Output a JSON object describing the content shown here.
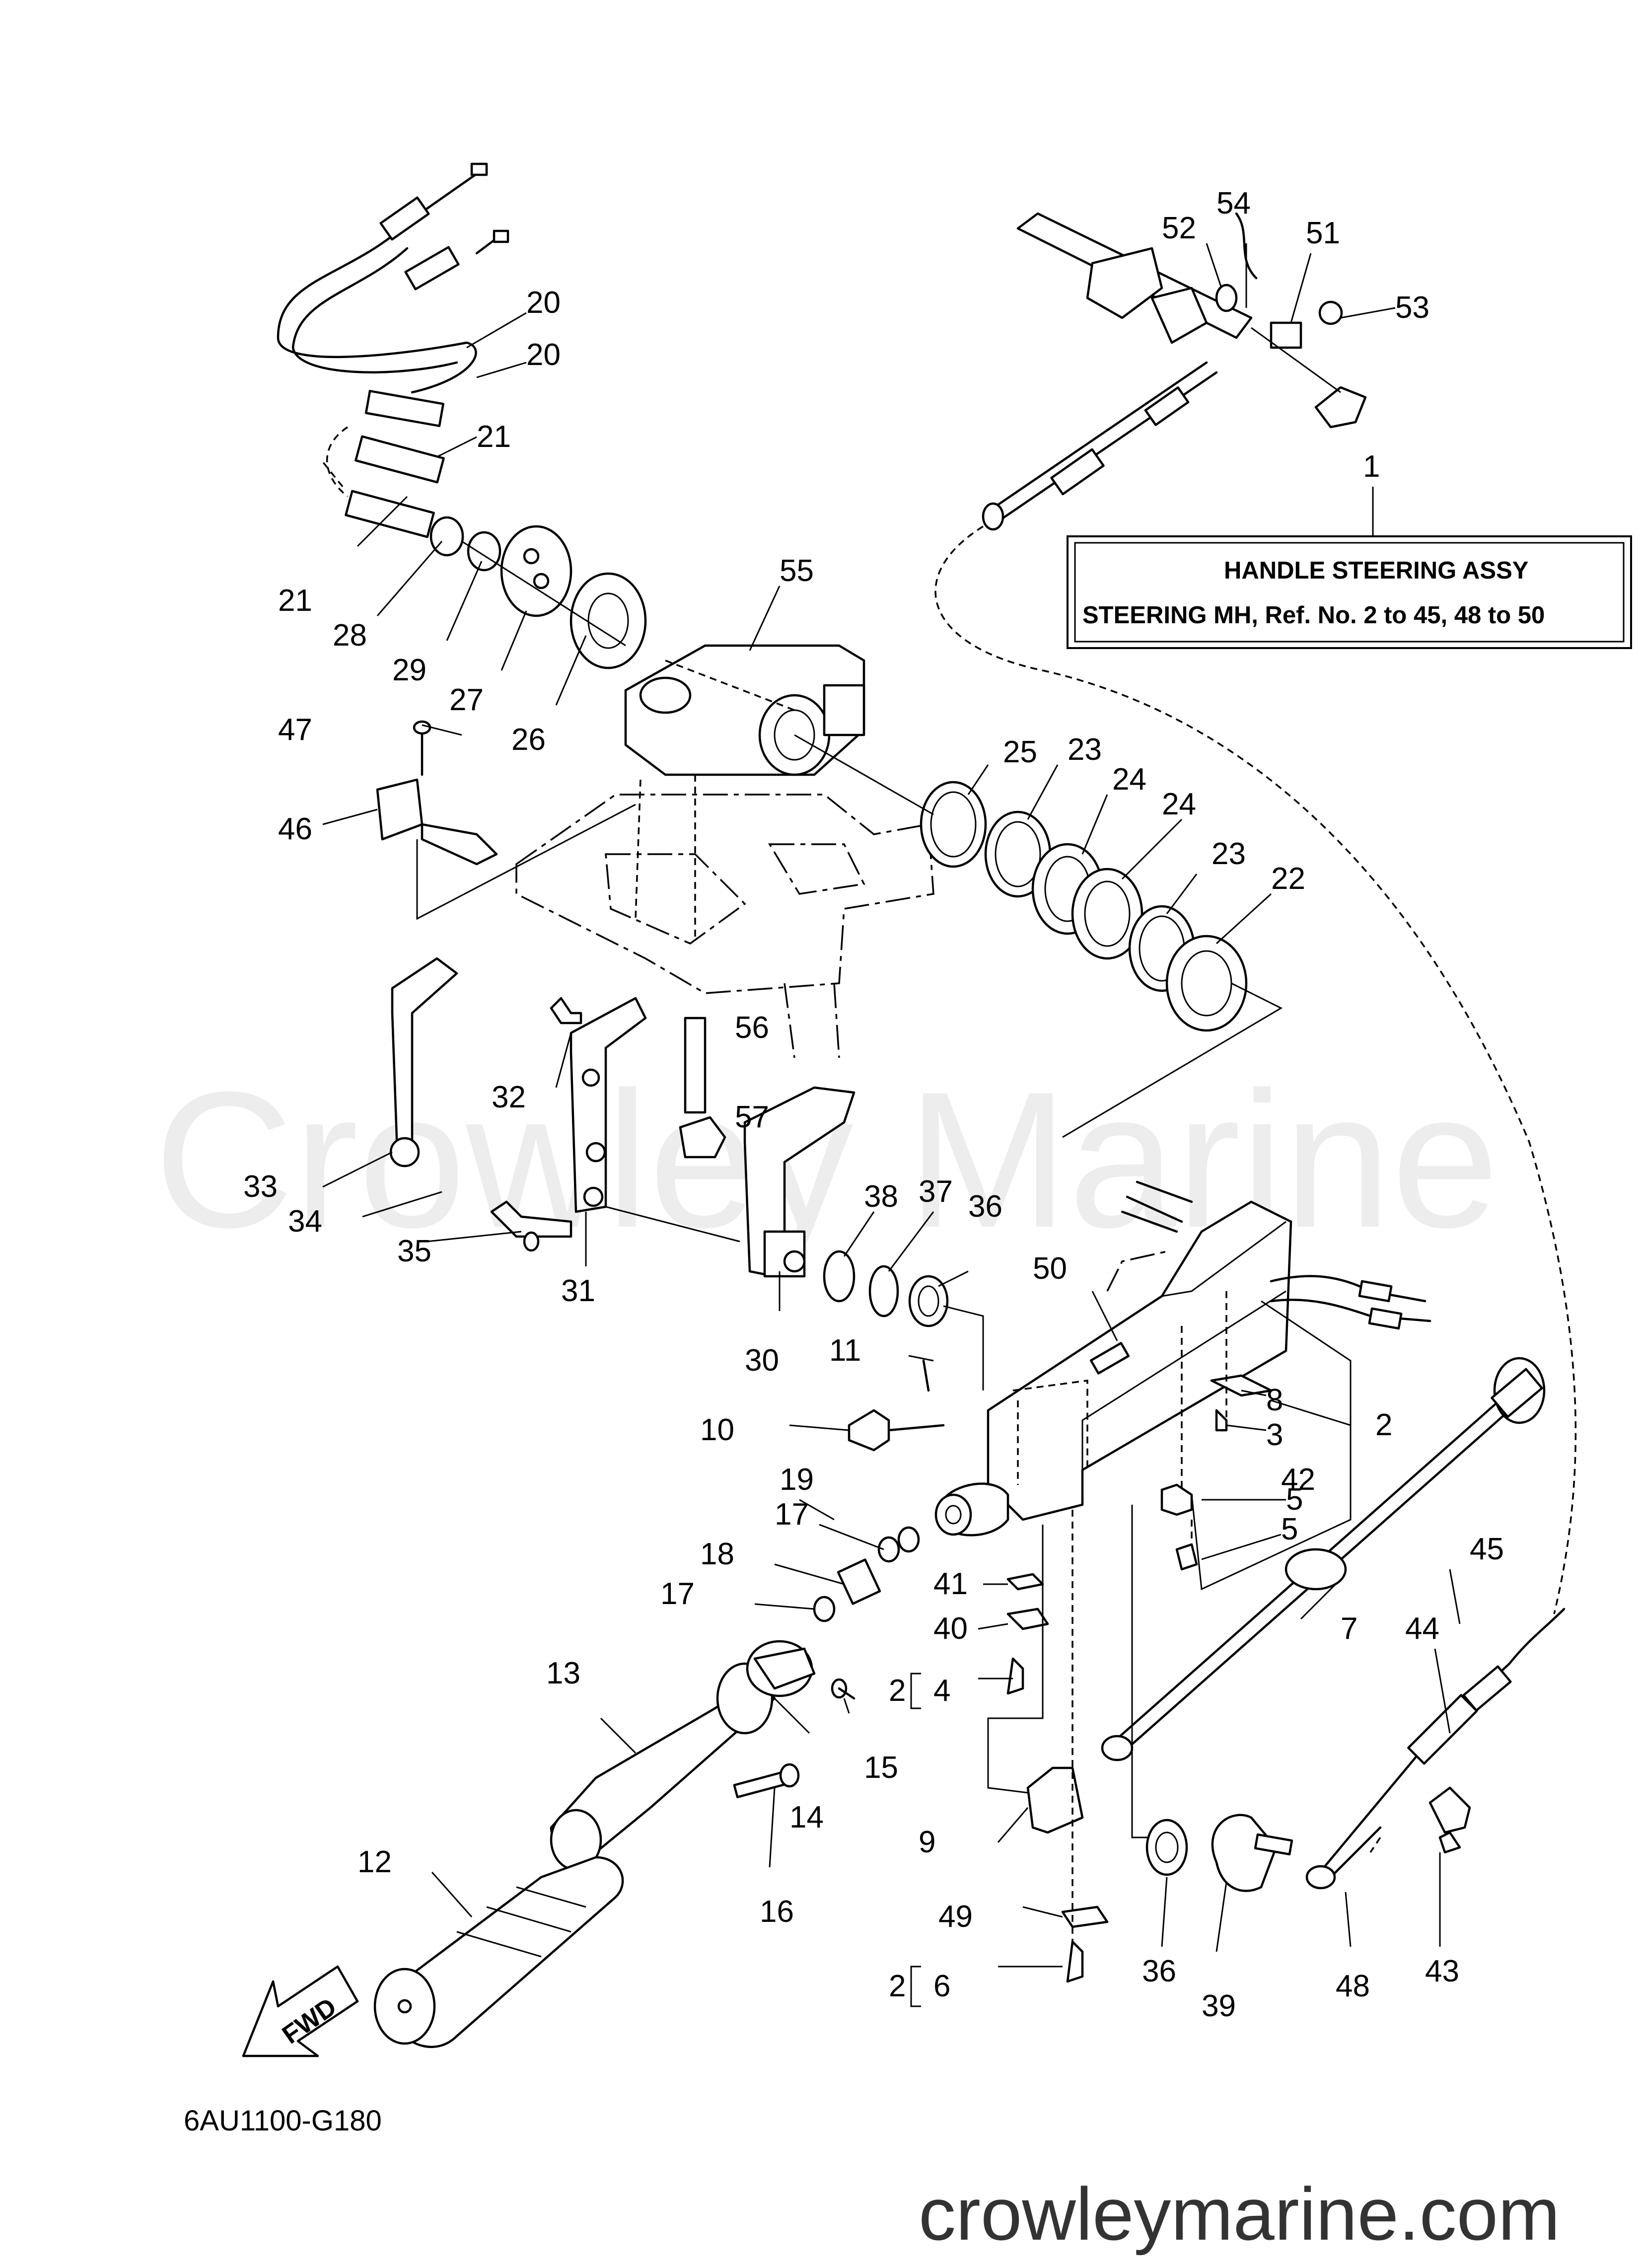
{
  "watermark": "Crowley Marine",
  "site": "crowleymarine.com",
  "diagram_code": "6AU1100-G180",
  "fwd_label": "FWD",
  "assembly": {
    "callout": "1",
    "title": "HANDLE STEERING ASSY",
    "subtitle": "STEERING MH,  Ref. No. 2 to 45, 48 to 50"
  },
  "brace_prefix": "2",
  "callouts": {
    "p2": "2",
    "p3": "3",
    "p4": "4",
    "p5a": "5",
    "p5b": "5",
    "p6": "6",
    "p7": "7",
    "p8": "8",
    "p9": "9",
    "p10": "10",
    "p11": "11",
    "p12": "12",
    "p13": "13",
    "p14": "14",
    "p15": "15",
    "p16": "16",
    "p17a": "17",
    "p17b": "17",
    "p18": "18",
    "p19": "19",
    "p20a": "20",
    "p20b": "20",
    "p21a": "21",
    "p21b": "21",
    "p22": "22",
    "p23a": "23",
    "p23b": "23",
    "p24a": "24",
    "p24b": "24",
    "p25": "25",
    "p26": "26",
    "p27": "27",
    "p28": "28",
    "p29": "29",
    "p30": "30",
    "p31": "31",
    "p32": "32",
    "p33": "33",
    "p34": "34",
    "p35": "35",
    "p36a": "36",
    "p36b": "36",
    "p37": "37",
    "p38": "38",
    "p39": "39",
    "p40": "40",
    "p41": "41",
    "p42": "42",
    "p43": "43",
    "p44": "44",
    "p45": "45",
    "p46": "46",
    "p47": "47",
    "p48": "48",
    "p49": "49",
    "p50": "50",
    "p51": "51",
    "p52": "52",
    "p53": "53",
    "p54": "54",
    "p55": "55",
    "p56": "56",
    "p57": "57"
  }
}
